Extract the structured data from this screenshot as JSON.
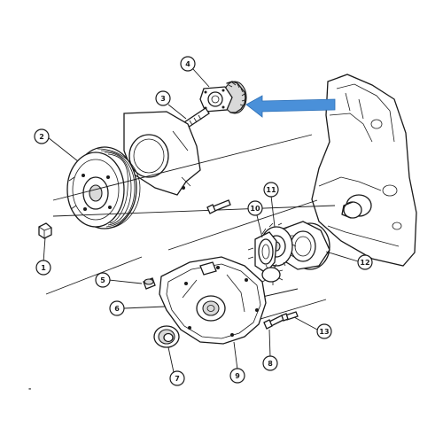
{
  "colors": {
    "ink": "#1a1a1a",
    "arrow": "#4a90d9",
    "paper": "#ffffff"
  },
  "callouts": [
    {
      "id": "1",
      "label": "1"
    },
    {
      "id": "2",
      "label": "2"
    },
    {
      "id": "3",
      "label": "3"
    },
    {
      "id": "4",
      "label": "4"
    },
    {
      "id": "5",
      "label": "5"
    },
    {
      "id": "6",
      "label": "6"
    },
    {
      "id": "7",
      "label": "7"
    },
    {
      "id": "8",
      "label": "8"
    },
    {
      "id": "9",
      "label": "9"
    },
    {
      "id": "10",
      "label": "10"
    },
    {
      "id": "11",
      "label": "11"
    },
    {
      "id": "12",
      "label": "12"
    },
    {
      "id": "13",
      "label": "13"
    }
  ],
  "corner_mark": "-"
}
